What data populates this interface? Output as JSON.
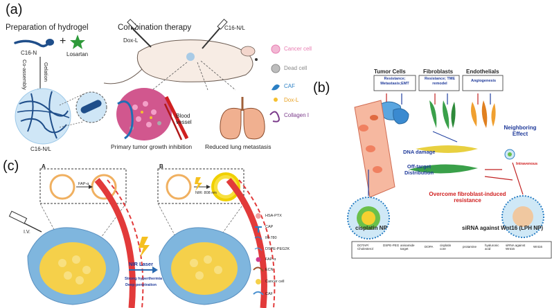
{
  "panel_a": {
    "label": "(a)",
    "prep_title": "Preparation of hydrogel",
    "c16n": "C16-N",
    "plus": "+",
    "losartan": "Losartan",
    "coassembly": "Co-assembly",
    "gelation": "Gelation",
    "c16nl_bottom": "C16-N/L",
    "combo_title": "Combination therapy",
    "dox_l": "Dox-L",
    "c16nl_top": "C16-N/L",
    "blood_vessel": "Blood vessel",
    "primary_caption": "Primary tumor growth inhibition",
    "lung_caption": "Reduced lung metastasis",
    "legend": [
      {
        "label": "Cancer cell",
        "color": "#e87ab0"
      },
      {
        "label": "Dead cell",
        "color": "#8a8a8a"
      },
      {
        "label": "CAF",
        "color": "#2a7fc4"
      },
      {
        "label": "Dox-L",
        "color": "#e8a020"
      },
      {
        "label": "Collagen I",
        "color": "#7a3a8a"
      }
    ]
  },
  "panel_b": {
    "label": "(b)",
    "tumor_cells": "Tumor Cells",
    "fibroblasts": "Fibroblasts",
    "endothelials": "Endothelials",
    "box1": "Resistance; Metastasis;EMT",
    "box2": "Resistance; TME remodel",
    "box3": "Angiogenesis",
    "neighboring": "Neighboring Effect",
    "dna_damage": "DNA damage",
    "off_target": "Off-target Distribution",
    "intravenous": "Intravenous",
    "overcome": "Overcome fibroblast-induced resistance",
    "cisplatin_np": "cisplatin NP",
    "sirna_np": "siRNA against Wnt16 (LPH NP)",
    "legend": [
      "DOTAP/ Cholesterol",
      "DSPE-PEG",
      "anisamide target",
      "DOPA",
      "cisplatin core",
      "protamine",
      "hyaluronic acid",
      "siRNA against Wnt16",
      "Wnt16"
    ]
  },
  "panel_c": {
    "label": "(c)",
    "sub_a": "A",
    "sub_b": "B",
    "fap": "FAP-α",
    "nir808": "NIR: 808 nm",
    "iv": "I.V.",
    "nir_laser": "NIR Laser",
    "strong": "Strong hyperthermia",
    "deep": "Deep penetration",
    "legend": [
      "HSA-PTX",
      "CAP",
      "IR-780",
      "DSPE-PEG2K",
      "FAP-α",
      "ECN",
      "Cancer cell",
      "CAF"
    ]
  },
  "colors": {
    "blue_fiber": "#1f4e8a",
    "hydrogel_bg": "#cfe6f6",
    "tumor_yellow": "#f5d04a",
    "tissue_blue": "#7fb6de",
    "red_band": "#e23a3a"
  }
}
